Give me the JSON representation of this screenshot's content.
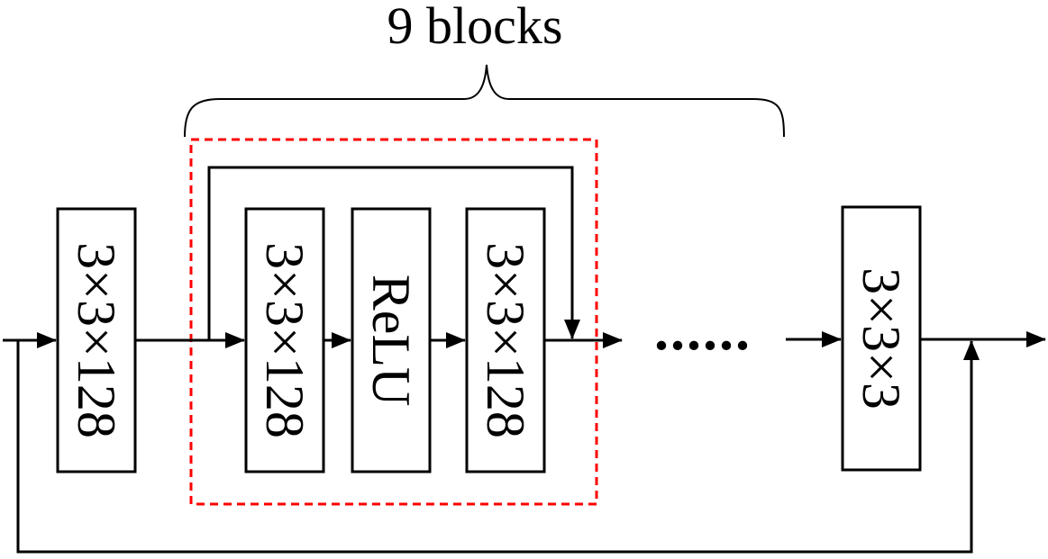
{
  "title": "9 blocks",
  "colors": {
    "stroke": "#000000",
    "highlight": "#ff0000"
  },
  "blocks": [
    {
      "id": "input-conv",
      "label": "3×3×128"
    },
    {
      "id": "res-conv-1",
      "label": "3×3×128"
    },
    {
      "id": "res-relu",
      "label": "ReLU"
    },
    {
      "id": "res-conv-2",
      "label": "3×3×128"
    },
    {
      "id": "output-conv",
      "label": "3×3×3"
    }
  ],
  "ellipsis": "......"
}
